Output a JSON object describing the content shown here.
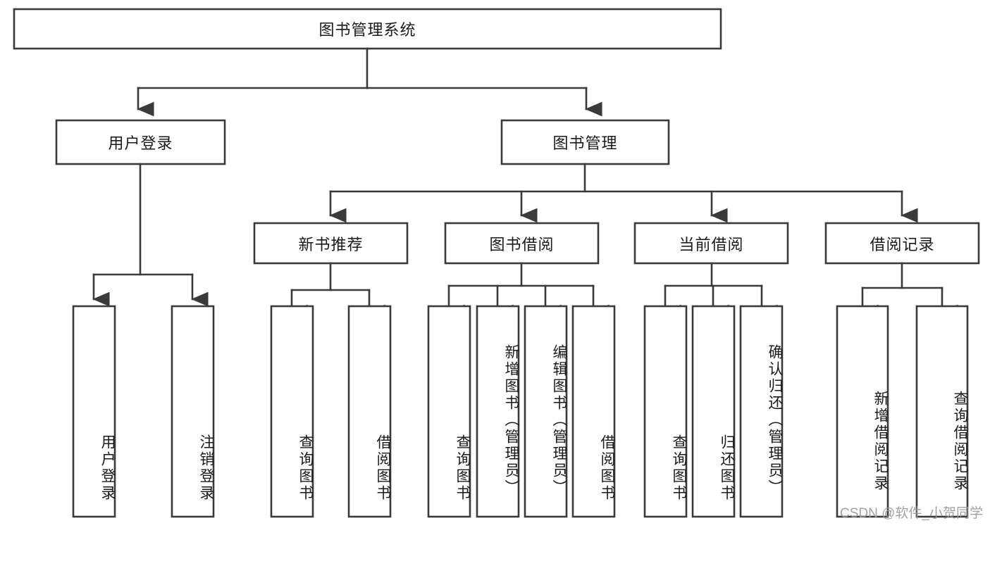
{
  "diagram": {
    "type": "tree",
    "title": "图书管理系统",
    "orientation": "top-down",
    "watermark": "CSDN @软件_小贺同学",
    "colors": {
      "stroke": "#3a3a3a",
      "fill": "#ffffff",
      "text": "#1a1a1a",
      "watermark": "#9a9a9a"
    },
    "root": {
      "label": "图书管理系统"
    },
    "level2": [
      {
        "label": "用户登录"
      },
      {
        "label": "图书管理"
      }
    ],
    "level3": [
      {
        "label": "新书推荐"
      },
      {
        "label": "图书借阅"
      },
      {
        "label": "当前借阅"
      },
      {
        "label": "借阅记录"
      }
    ],
    "leaves": {
      "user_login": [
        {
          "label": "用户登录"
        },
        {
          "label": "注销登录"
        }
      ],
      "new_book_recommend": [
        {
          "label": "查询图书"
        },
        {
          "label": "借阅图书"
        }
      ],
      "book_borrow": [
        {
          "label": "查询图书"
        },
        {
          "label": "新增图书（管理员）"
        },
        {
          "label": "编辑图书（管理员）"
        },
        {
          "label": "借阅图书"
        }
      ],
      "current_borrow": [
        {
          "label": "查询图书"
        },
        {
          "label": "归还图书"
        },
        {
          "label": "确认归还（管理员）"
        }
      ],
      "borrow_record": [
        {
          "label": "新增借阅记录"
        },
        {
          "label": "查询借阅记录"
        }
      ]
    }
  }
}
